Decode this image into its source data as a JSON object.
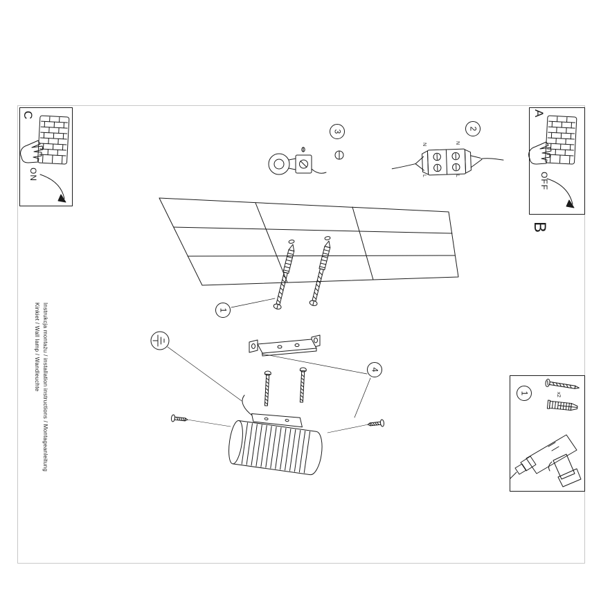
{
  "side": {
    "line1": "Instrukcja montażu / installation instructions / Montageanleitung",
    "line2": "Kinkiet / Wall lamp / Wandleuchte"
  },
  "steps": {
    "a": "A",
    "b": "B",
    "c": "C"
  },
  "switch": {
    "on": "ON",
    "off": "OFF"
  },
  "callouts": {
    "anchors": "1",
    "connector": "2",
    "clamp": "3",
    "assembly": "4",
    "parts": "1"
  },
  "wiring": {
    "n_left": "N",
    "l_left": "L",
    "n_right": "N",
    "l_right": "L"
  },
  "parts": {
    "qty": "x2"
  },
  "colors": {
    "ink": "#1a1a1a",
    "frame": "#b8b8b8",
    "paper": "#ffffff"
  },
  "icons": [
    "light-switch-icon",
    "pointing-hand-icon",
    "flip-arrow-icon",
    "wall-panel-grid",
    "anchor-screw-icon",
    "ring-clamp-icon",
    "ground-screw-icon",
    "terminal-block-icon",
    "ground-symbol-icon",
    "mounting-bracket-icon",
    "machine-screw-icon",
    "lamp-body-icon",
    "side-screw-icon",
    "screw-icon",
    "wall-plug-icon",
    "drill-icon"
  ]
}
